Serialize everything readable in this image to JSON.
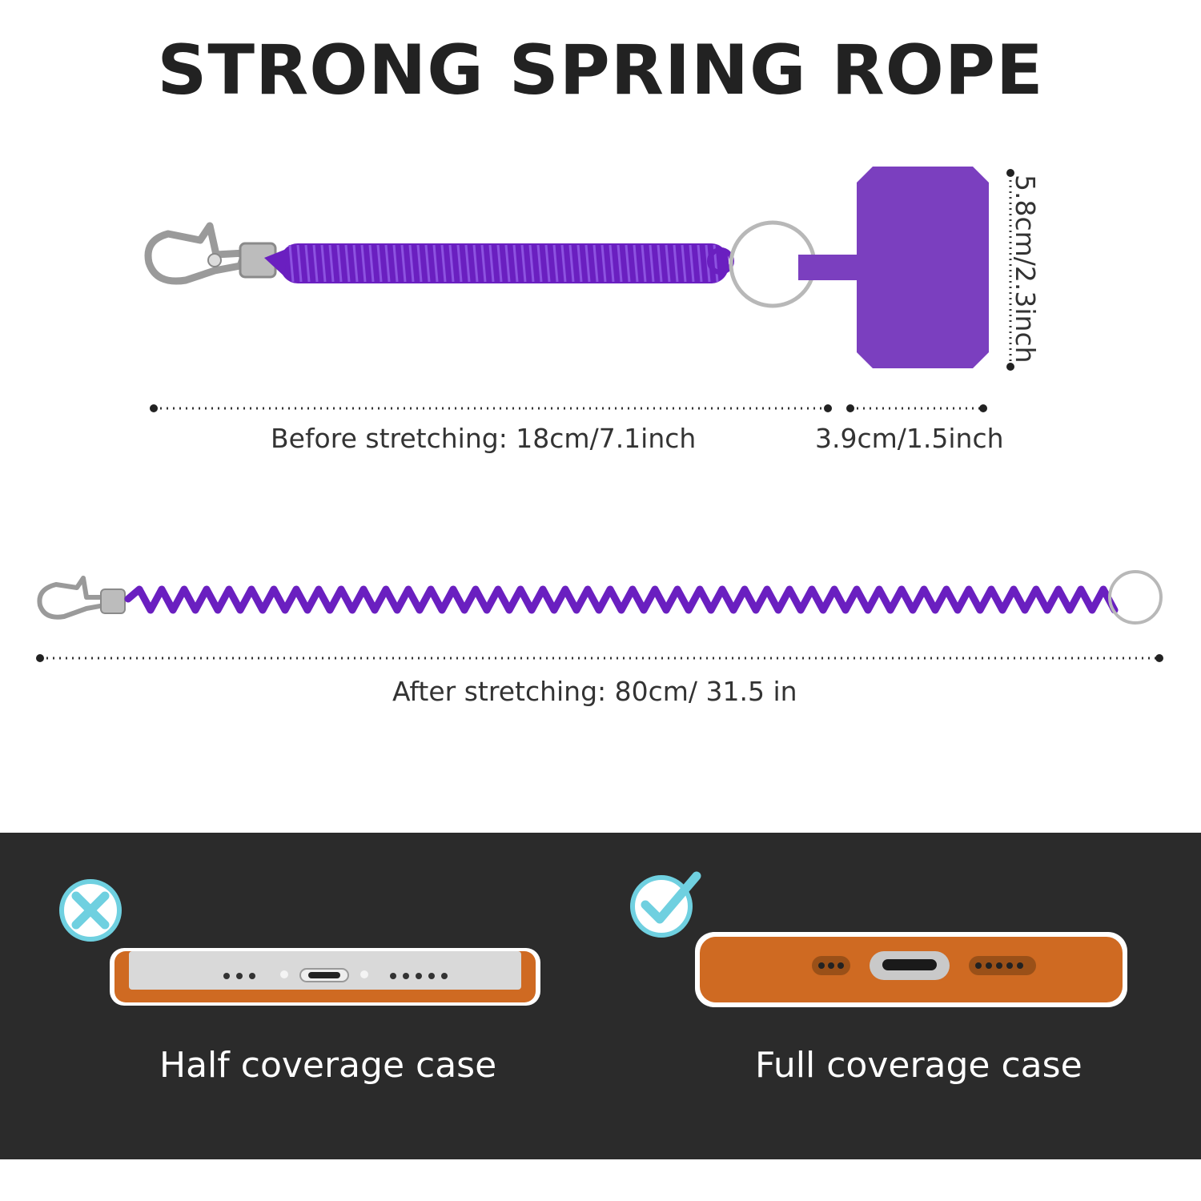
{
  "title": "STRONG SPRING ROPE",
  "dimensions": {
    "before_stretching": "Before stretching: 18cm/7.1inch",
    "pad_width": "3.9cm/1.5inch",
    "pad_height": "5.8cm/2.3inch",
    "after_stretching": "After stretching: 80cm/ 31.5 in"
  },
  "comparison": {
    "half": {
      "caption": "Half coverage case",
      "icon": "x-icon"
    },
    "full": {
      "caption": "Full coverage case",
      "icon": "check-icon"
    }
  },
  "colors": {
    "rope": "#6a1fc0",
    "pad": "#7b3fbf",
    "case": "#cf6a22",
    "panel": "#2b2b2b",
    "badge": "#6fd0e0"
  }
}
